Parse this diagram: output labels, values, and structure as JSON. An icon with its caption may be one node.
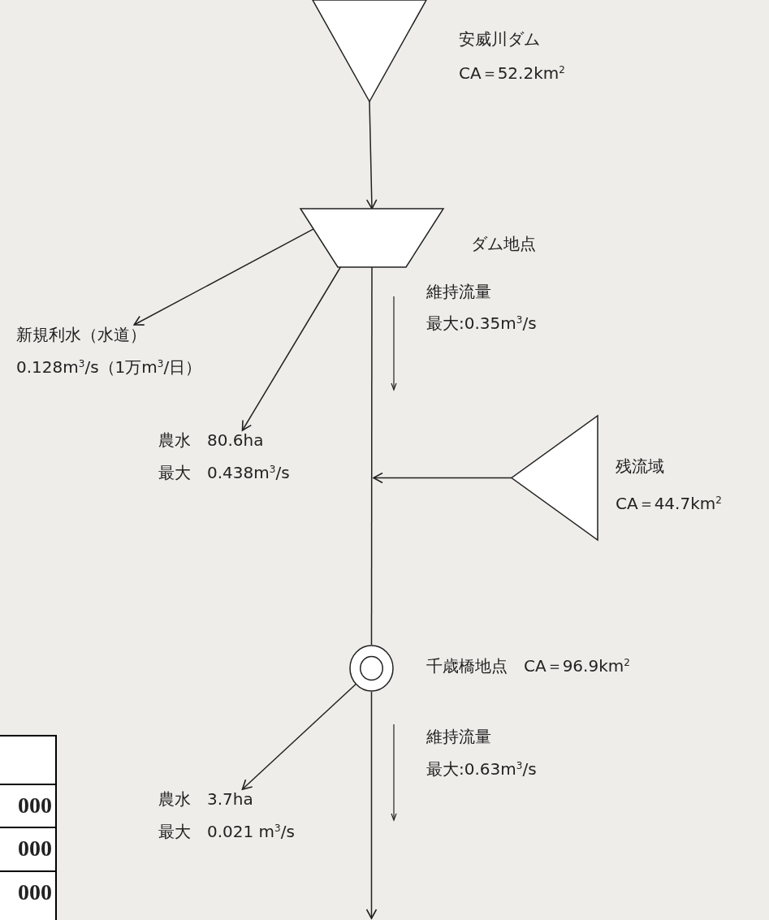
{
  "diagram": {
    "nodes": [
      {
        "text": [],
        "shape": "triangle",
        "beside": [
          "安威川ダム",
          "CA＝52.2km$^{2}$"
        ]
      },
      {
        "text": [],
        "shape": "trapezoid",
        "beside": [
          "ダム地点"
        ]
      },
      {
        "text": [
          "新規利水（水道）",
          "0.128m$^{3}$/s（1万m$^{3}$/日）"
        ]
      },
      {
        "text": [
          "農水　80.6ha",
          "最大　0.438m$^{3}$/s"
        ]
      },
      {
        "text": [],
        "shape": "triangle",
        "beside": [
          "残流域",
          "CA＝44.7km$^{2}$"
        ]
      },
      {
        "text": [],
        "shape": "circle",
        "beside": [
          "千歳橋地点",
          "CA＝96.9km$^{2}$"
        ]
      },
      {
        "text": [
          "農水　3.7ha",
          "最大　0.021 m$^{3}$/s"
        ]
      }
    ],
    "edges": [
      {
        "from": 0,
        "to": 1,
        "arrow": "to"
      },
      {
        "from": 1,
        "to": 2,
        "arrow": "to"
      },
      {
        "from": 1,
        "to": 3,
        "arrow": "to"
      },
      {
        "from": 4,
        "to": null,
        "arrow": "to"
      },
      {
        "from": 1,
        "to": 5,
        "arrow": "none"
      },
      {
        "from": 5,
        "to": 6,
        "arrow": "to"
      },
      {
        "from": 5,
        "to": null,
        "arrow": "to"
      }
    ],
    "labels": [
      "維持流量",
      "最大:0.35m$^{3}$/s",
      "維持流量",
      "最大:0.63m$^{3}$/s",
      "000",
      "000",
      "000"
    ]
  }
}
